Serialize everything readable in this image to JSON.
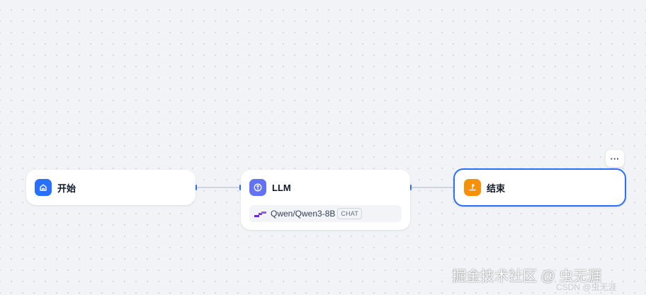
{
  "canvas": {
    "nodes": [
      {
        "id": "start",
        "title": "开始",
        "icon": "home-icon",
        "icon_color": "#2970ff"
      },
      {
        "id": "llm",
        "title": "LLM",
        "icon": "llm-icon",
        "icon_color": "#6172f3",
        "model": {
          "name": "Qwen/Qwen3-8B",
          "badge": "CHAT",
          "logo": "qwen-logo-icon"
        }
      },
      {
        "id": "end",
        "title": "结束",
        "icon": "end-flag-icon",
        "icon_color": "#f79009",
        "selected": true
      }
    ],
    "edges": [
      {
        "from": "start",
        "to": "llm"
      },
      {
        "from": "llm",
        "to": "end"
      }
    ],
    "more_button": {
      "label": "···",
      "icon": "more-icon"
    },
    "accent_color": "#2970ff"
  },
  "watermark": {
    "main": "掘金技术社区 @ 虫无涯",
    "secondary": "CSDN @虫无涯"
  }
}
